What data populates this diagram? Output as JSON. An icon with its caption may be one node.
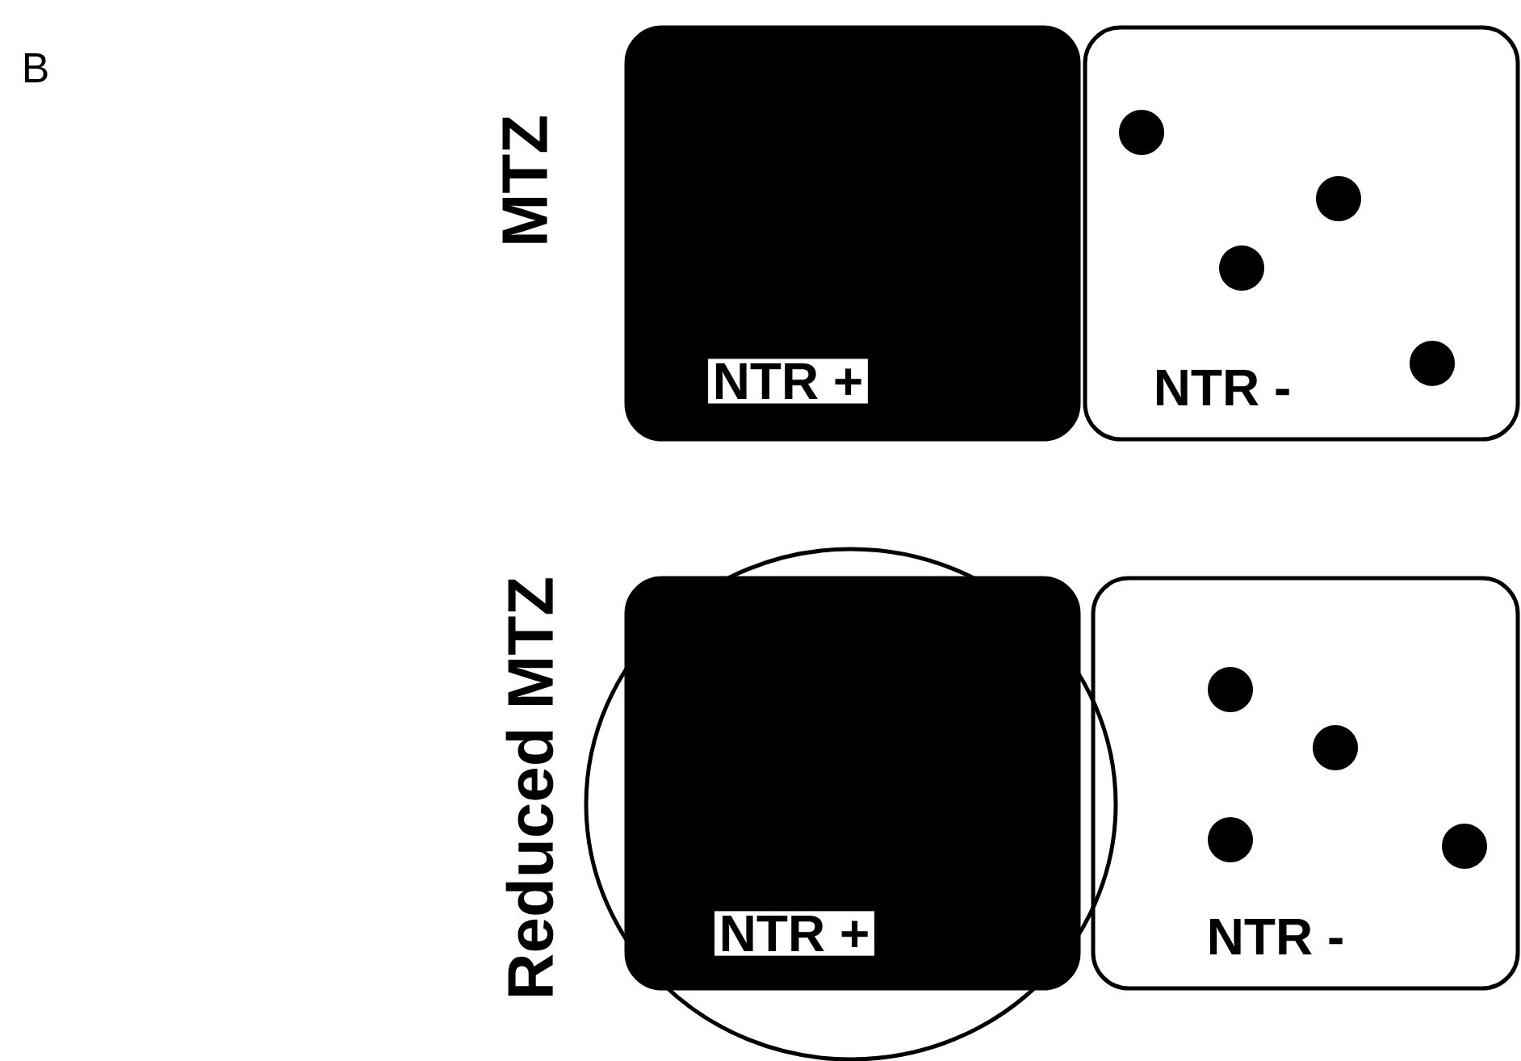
{
  "diagram": {
    "nodes": [
      {
        "text": [
          "NTR +"
        ]
      },
      {
        "text": [
          "NTR -"
        ]
      },
      {
        "text": [],
        "shape": "circle"
      },
      {
        "text": [
          "NTR +"
        ],
        "in": 2
      },
      {
        "text": [
          "NTR -"
        ]
      }
    ],
    "labels": [
      "B",
      "MTZ",
      "Reduced MTZ"
    ]
  }
}
